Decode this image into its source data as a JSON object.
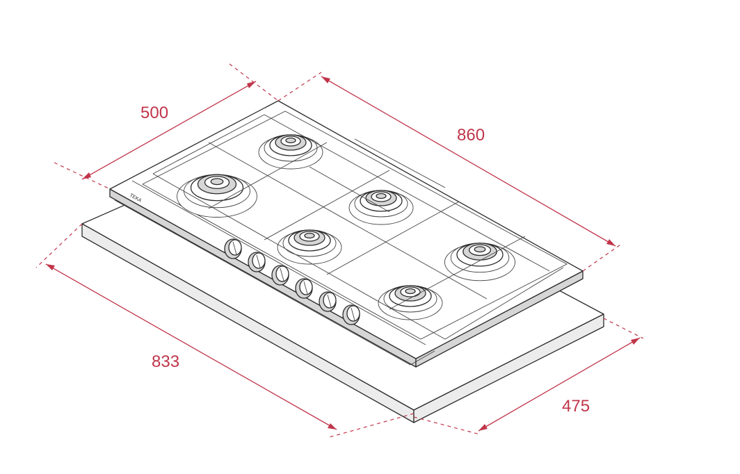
{
  "colors": {
    "dimension": "#c0354a",
    "outline": "#2a2a2a",
    "shade": "#d6d6d6"
  },
  "dimensions": {
    "depth": "500",
    "width": "860",
    "cutout_width": "833",
    "cutout_depth": "475"
  },
  "brand_mark": "TEKA",
  "icons": {
    "burner": "burner-icon",
    "knob": "control-knob-icon"
  },
  "counts": {
    "burners": 6,
    "knobs": 6
  }
}
